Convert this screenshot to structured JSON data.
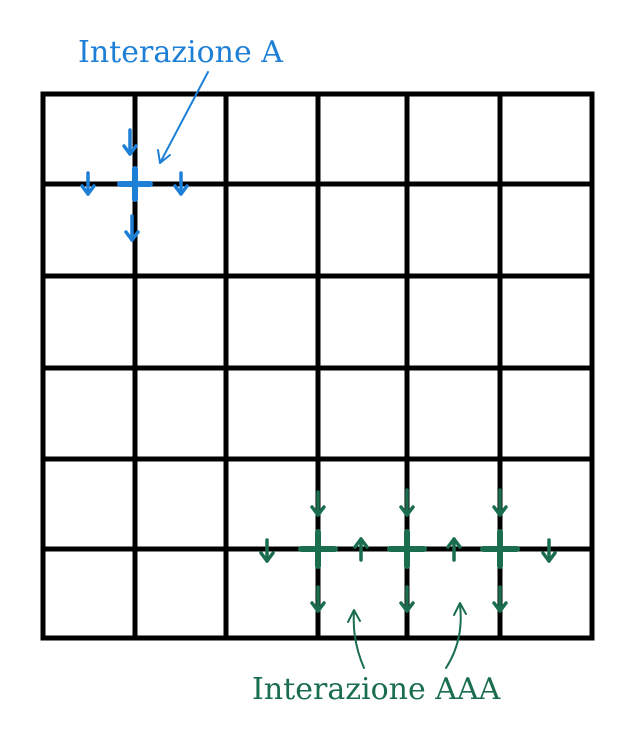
{
  "labels": {
    "interaction_a": "Interazione A",
    "interaction_aaa": "Interazione AAA"
  },
  "colors": {
    "grid": "#000000",
    "interaction_a": "#1e7fd6",
    "interaction_aaa": "#1a6e4e"
  },
  "grid": {
    "rows": 6,
    "cols": 6
  }
}
